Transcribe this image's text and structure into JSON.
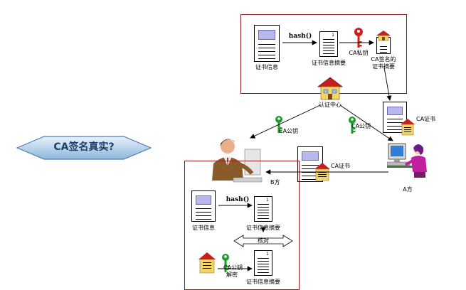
{
  "title": "CA签名真实?",
  "top_box": {
    "cert_info": "证书信息",
    "hash_func": "hash()",
    "cert_digest": "证书信息摘要",
    "ca_private_key": "CA私钥",
    "ca_signed_digest_line1": "CA签名的",
    "ca_signed_digest_line2": "证书摘要"
  },
  "middle": {
    "ca_center": "认证中心",
    "ca_public_key_left": "CA公钥",
    "ca_public_key_right": "CA公钥",
    "ca_cert_top": "CA证书",
    "ca_cert_mid": "CA证书",
    "party_a": "A方",
    "party_b": "B方"
  },
  "bottom_box": {
    "cert_info": "证书信息",
    "hash_func": "hash()",
    "cert_digest": "证书信息摘要",
    "compare": "核对",
    "ca_public_key": "CA公钥",
    "decrypt": "解密",
    "cert_digest_2": "证书信息摘要"
  },
  "colors": {
    "frame": "#8c1a1a",
    "key_red": "#cc1f1f",
    "key_green": "#1f9a2c",
    "diamond_fill": "#b9d4ec",
    "diamond_edge": "#4d7fb3"
  }
}
